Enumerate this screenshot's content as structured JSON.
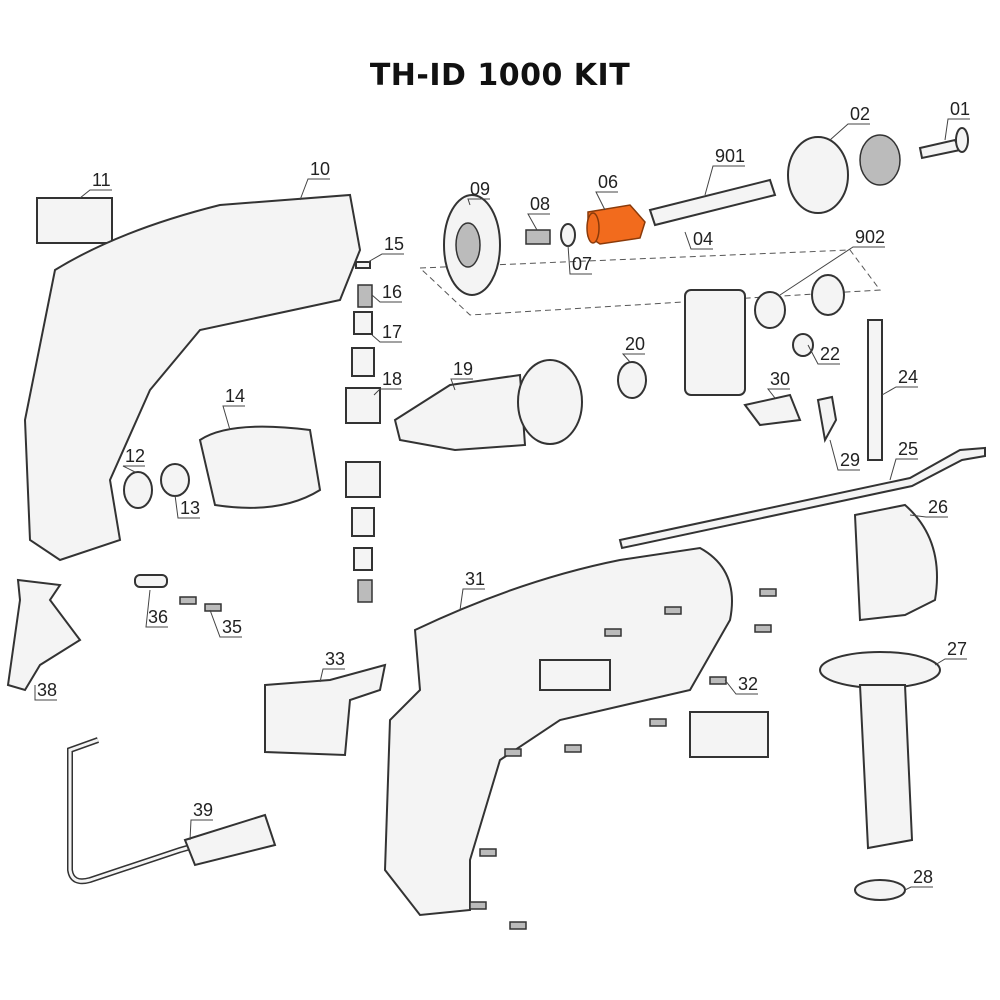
{
  "title": "TH-ID 1000 KIT",
  "highlight_color": "#f26b1d",
  "highlighted_part": "06",
  "part_labels": [
    "01",
    "02",
    "901",
    "06",
    "09",
    "08",
    "07",
    "04",
    "902",
    "10",
    "11",
    "15",
    "16",
    "17",
    "18",
    "19",
    "20",
    "22",
    "24",
    "30",
    "29",
    "25",
    "14",
    "12",
    "13",
    "26",
    "31",
    "32",
    "27",
    "33",
    "36",
    "35",
    "38",
    "39",
    "28"
  ]
}
